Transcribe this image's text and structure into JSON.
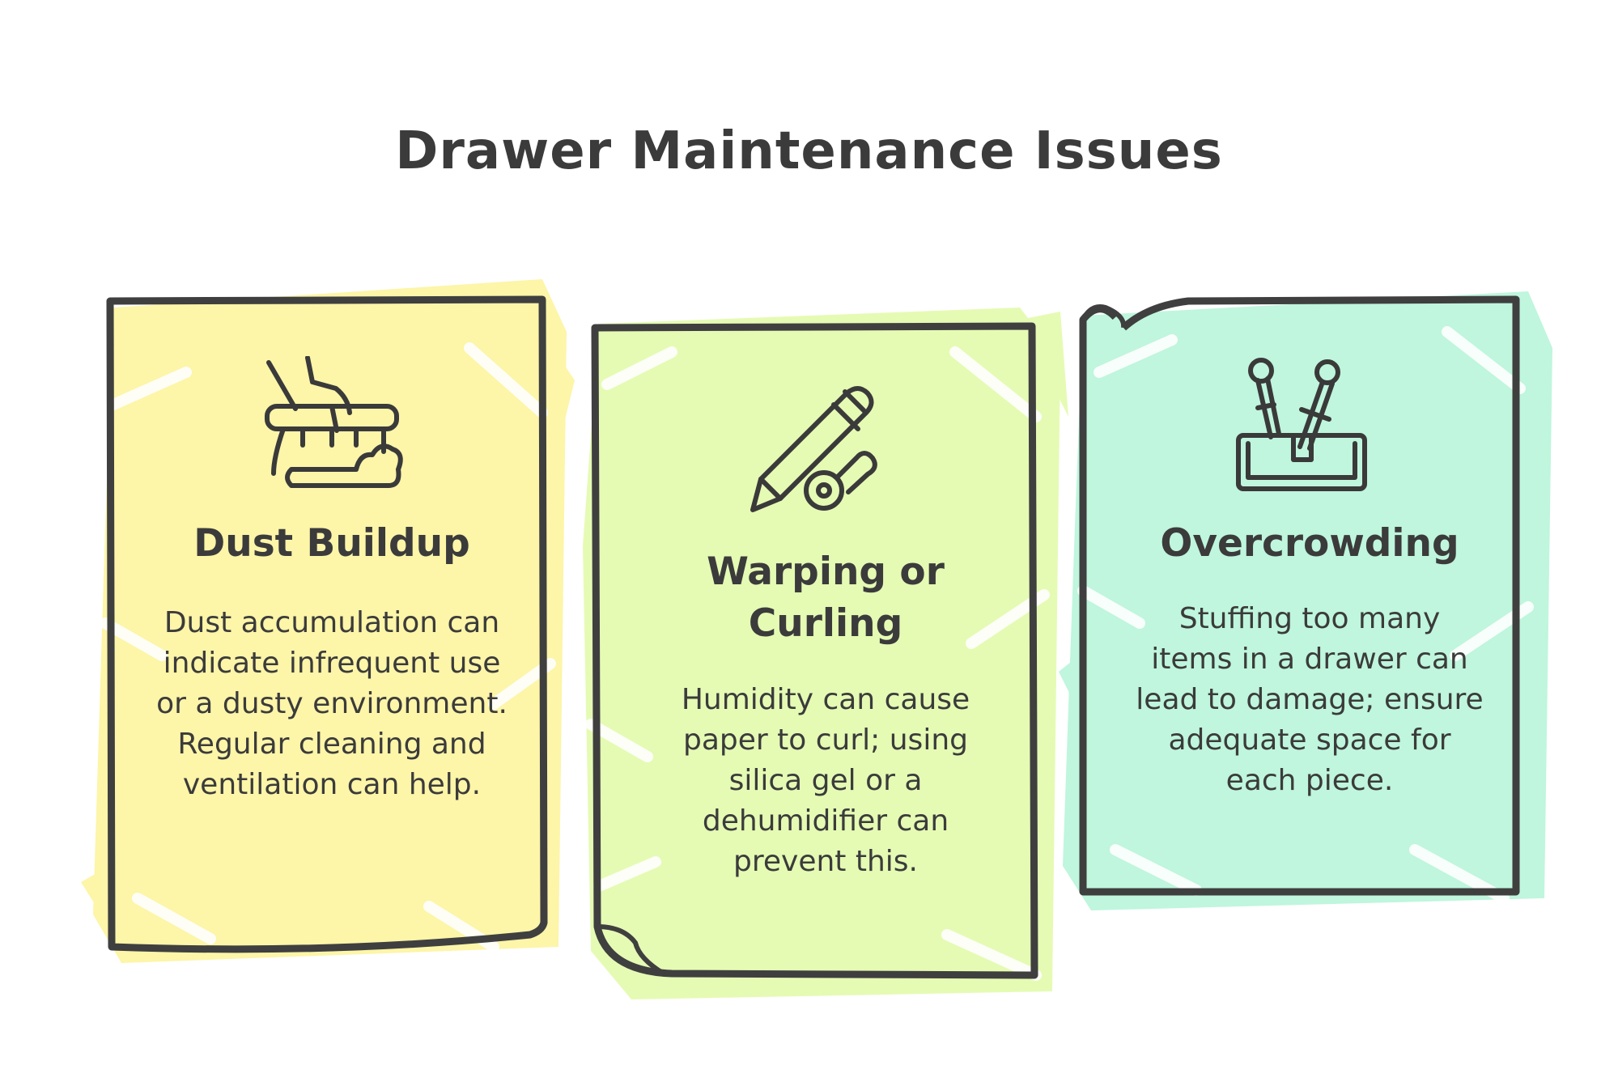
{
  "title": "Drawer Maintenance Issues",
  "cards": [
    {
      "title": "Dust Buildup",
      "body": "Dust accumulation can indicate infrequent use or a dusty environment. Regular cleaning and ventilation can help.",
      "icon": "dusty-drawer-icon",
      "color": "#fdf5a8"
    },
    {
      "title": "Warping or Curling",
      "body": "Humidity can cause paper to curl; using silica gel or a dehumidifier can prevent this.",
      "icon": "pen-and-key-icon",
      "color": "#e5fbb4"
    },
    {
      "title": "Overcrowding",
      "body": "Stuffing too many items in a drawer can lead to damage; ensure adequate space for each piece.",
      "icon": "overfull-container-icon",
      "color": "#bff6dd"
    }
  ],
  "outline_color": "#3f3f3f"
}
